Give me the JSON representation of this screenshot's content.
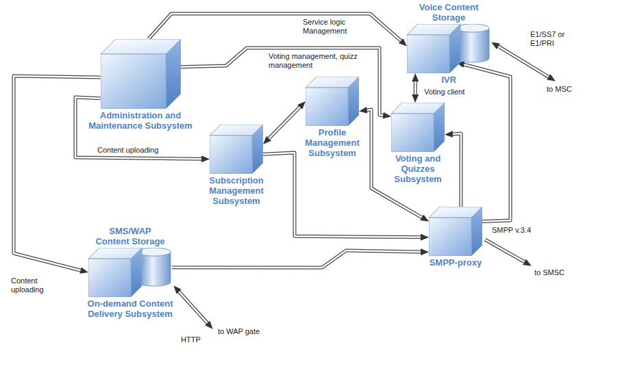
{
  "diagram": {
    "nodes": [
      {
        "text": [
          "Administration and Maintenance Subsystem"
        ]
      },
      {
        "text": [
          "Voice Content Storage",
          "IVR"
        ]
      },
      {
        "text": [
          "Voting and Quizzes Subsystem"
        ]
      },
      {
        "text": [
          "Profile Management Subsystem"
        ]
      },
      {
        "text": [
          "Subscription Management Subsystem"
        ]
      },
      {
        "text": [
          "SMS/WAP Content Storage",
          "On-demand Content Delivery Subsystem"
        ]
      },
      {
        "text": [
          "SMPP-proxy"
        ]
      }
    ],
    "edges": [
      {
        "from": 0,
        "to": 1,
        "arrow": "to",
        "label": "Service logic Management"
      },
      {
        "from": 0,
        "to": 2,
        "arrow": "to",
        "label": "Voting management, quizz management"
      },
      {
        "from": 1,
        "to": 2,
        "arrow": "both",
        "label": "Voting client"
      },
      {
        "from": 0,
        "to": 4,
        "arrow": "to",
        "label": "Content uploading"
      },
      {
        "from": 0,
        "to": 5,
        "arrow": "to",
        "label": "Content uploading"
      },
      {
        "from": 4,
        "to": 3,
        "arrow": "both"
      },
      {
        "from": 3,
        "to": 6,
        "arrow": "both"
      },
      {
        "from": 4,
        "to": 6,
        "arrow": "to"
      },
      {
        "from": 6,
        "to": 2,
        "arrow": "to"
      },
      {
        "from": 6,
        "to": 1,
        "arrow": "to"
      },
      {
        "from": 5,
        "to": 6,
        "arrow": "to"
      }
    ],
    "labels": [
      "E1/SS7 or E1/PRI",
      "to MSC",
      "SMPP v.3.4",
      "to SMSC",
      "HTTP",
      "to WAP gate"
    ]
  }
}
